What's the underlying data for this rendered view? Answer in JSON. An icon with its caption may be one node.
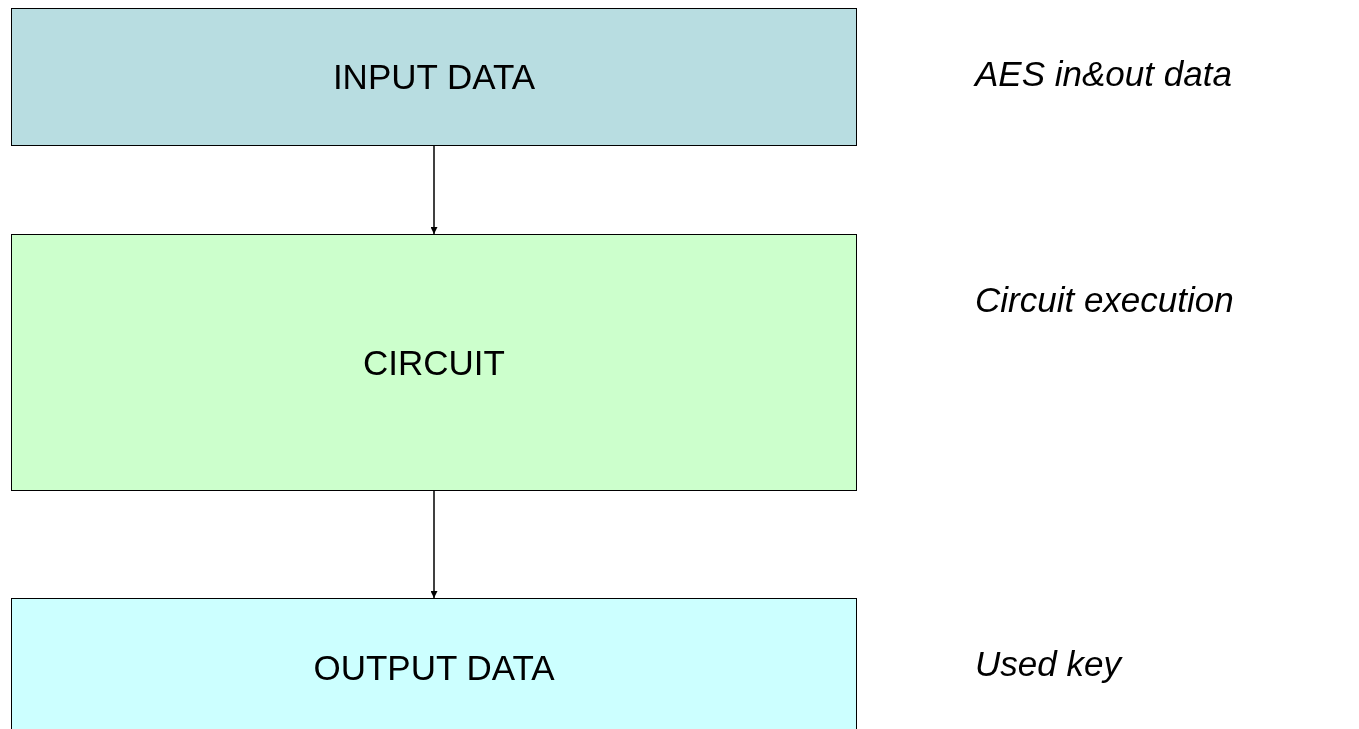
{
  "diagram": {
    "nodes": [
      {
        "text": [
          "INPUT DATA"
        ],
        "beside": [
          "AES in&out data"
        ]
      },
      {
        "text": [
          "CIRCUIT"
        ],
        "beside": [
          "Circuit execution"
        ]
      },
      {
        "text": [
          "OUTPUT DATA"
        ],
        "beside": [
          "Used key"
        ]
      }
    ],
    "edges": [
      {
        "from": 0,
        "to": 1,
        "arrow": "to"
      },
      {
        "from": 1,
        "to": 2,
        "arrow": "to"
      }
    ]
  }
}
